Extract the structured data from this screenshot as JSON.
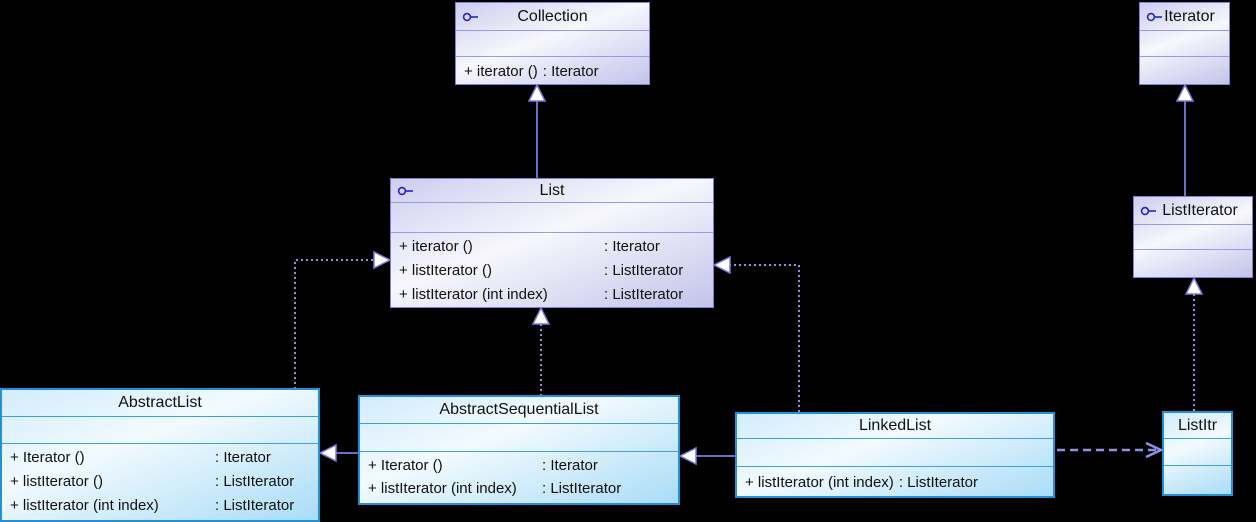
{
  "diagram": {
    "kind": "uml-class-diagram",
    "background_color": "#000000",
    "colors": {
      "interface_box_border": "#8080d8",
      "interface_box_fill_light": "#f7f7fd",
      "interface_box_fill_dark": "#c6c6ec",
      "class_box_border": "#2090d8",
      "class_box_fill_light": "#f2fafe",
      "class_box_fill_dark": "#a9dcf7",
      "connector_line": "#7b7bdc",
      "connector_dotted": "#8f8fe6",
      "arrowhead_fill": "#ffffff"
    },
    "boxes": {
      "collection": {
        "title": "Collection",
        "icon": "interface-icon",
        "ops": [
          {
            "name": "+ iterator ()",
            "type": ": Iterator"
          }
        ]
      },
      "iterator": {
        "title": "Iterator",
        "icon": "interface-icon"
      },
      "list": {
        "title": "List",
        "icon": "interface-icon",
        "ops": [
          {
            "name": "+ iterator ()",
            "type": ": Iterator"
          },
          {
            "name": "+ listIterator ()",
            "type": ": ListIterator"
          },
          {
            "name": "+ listIterator (int index)",
            "type": ": ListIterator"
          }
        ]
      },
      "listiterator": {
        "title": "ListIterator",
        "icon": "interface-icon"
      },
      "abstractlist": {
        "title": "AbstractList",
        "ops": [
          {
            "name": "+ Iterator ()",
            "type": ": Iterator"
          },
          {
            "name": "+ listIterator ()",
            "type": ": ListIterator"
          },
          {
            "name": "+ listIterator (int index)",
            "type": ": ListIterator"
          }
        ]
      },
      "abstractsequentiallist": {
        "title": "AbstractSequentialList",
        "ops": [
          {
            "name": "+ Iterator ()",
            "type": ": Iterator"
          },
          {
            "name": "+ listIterator (int index)",
            "type": ": ListIterator"
          }
        ]
      },
      "linkedlist": {
        "title": "LinkedList",
        "ops": [
          {
            "name": "+ listIterator (int index)",
            "type": ": ListIterator"
          }
        ]
      },
      "listitr": {
        "title": "ListItr"
      }
    },
    "relationships": [
      {
        "from": "List",
        "to": "Collection",
        "type": "generalization"
      },
      {
        "from": "ListIterator",
        "to": "Iterator",
        "type": "generalization"
      },
      {
        "from": "AbstractList",
        "to": "List",
        "type": "realization"
      },
      {
        "from": "AbstractSequentialList",
        "to": "List",
        "type": "realization"
      },
      {
        "from": "LinkedList",
        "to": "List",
        "type": "realization"
      },
      {
        "from": "AbstractSequentialList",
        "to": "AbstractList",
        "type": "generalization"
      },
      {
        "from": "LinkedList",
        "to": "AbstractSequentialList",
        "type": "generalization"
      },
      {
        "from": "ListItr",
        "to": "ListIterator",
        "type": "realization"
      },
      {
        "from": "LinkedList",
        "to": "ListItr",
        "type": "dependency"
      }
    ]
  }
}
